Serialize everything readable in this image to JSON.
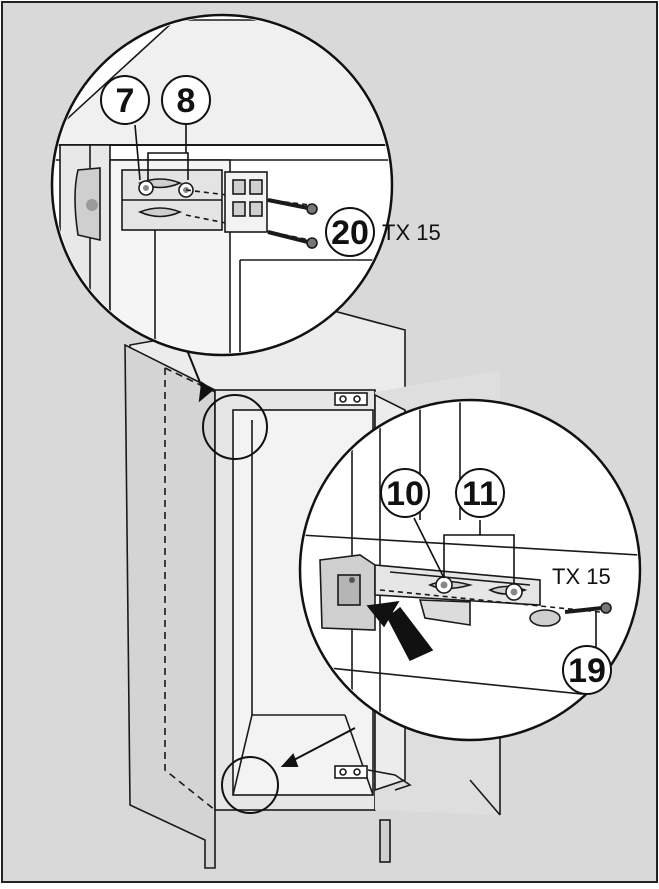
{
  "callouts": {
    "part_7": "7",
    "part_8": "8",
    "part_20": "20",
    "part_10": "10",
    "part_11": "11",
    "part_19": "19"
  },
  "labels": {
    "tool_top": "TX 15",
    "tool_bottom": "TX 15"
  },
  "colors": {
    "background": "#d9d9d9",
    "detail_fill": "#ffffff",
    "line": "#1a1a1a",
    "arrow": "#111111"
  }
}
